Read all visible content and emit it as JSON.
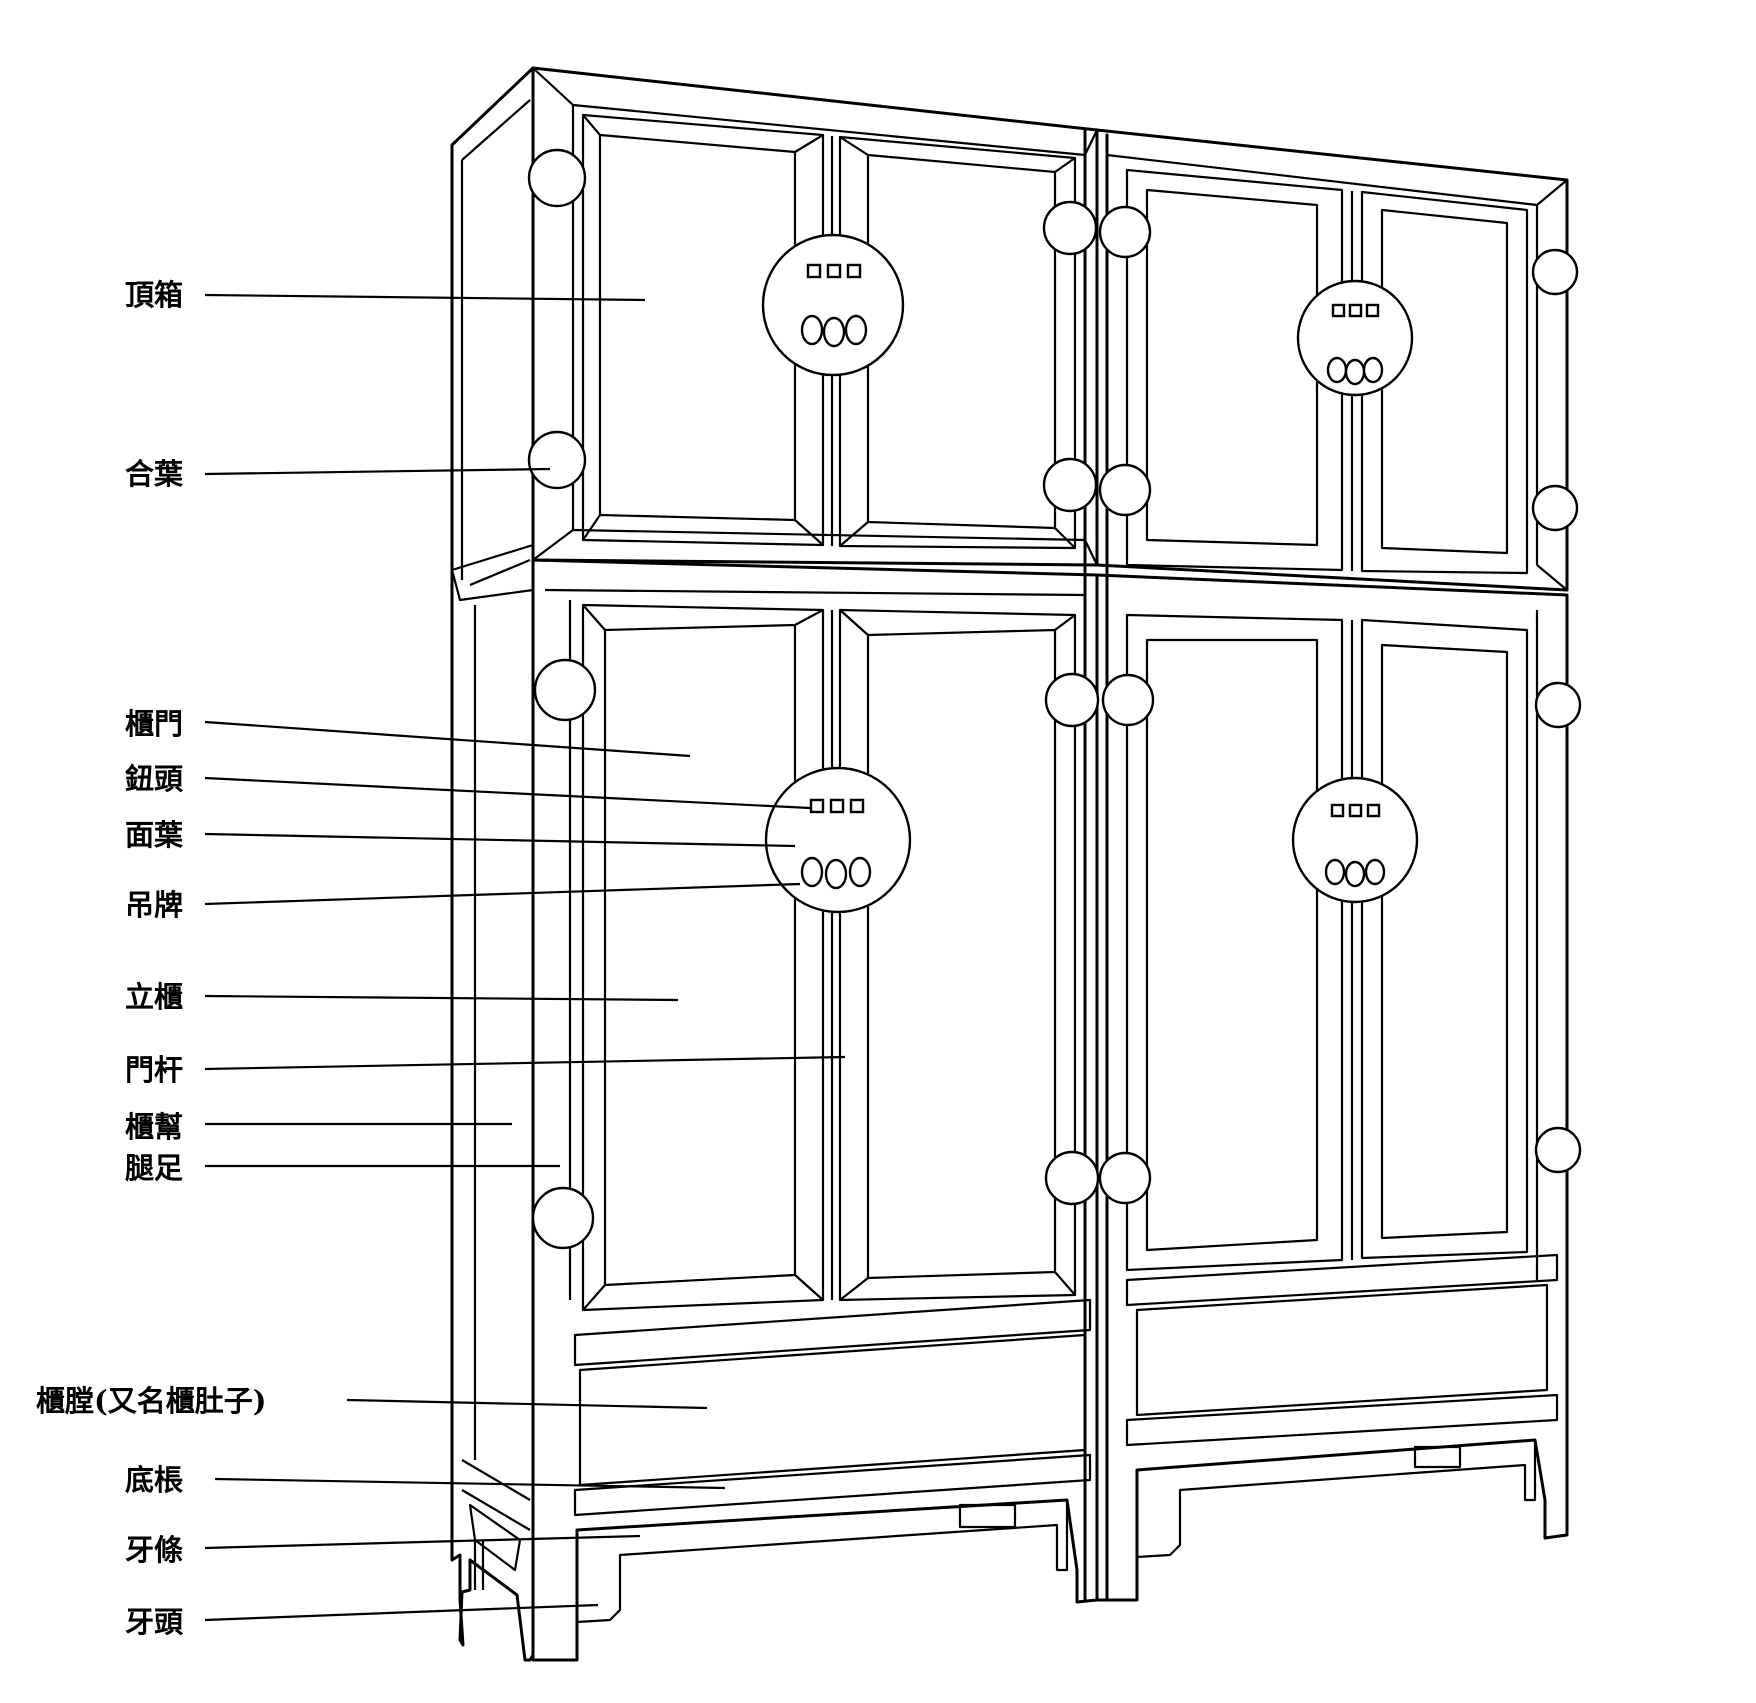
{
  "labels": [
    {
      "id": "ding-xiang",
      "text": "頂箱"
    },
    {
      "id": "he-ye",
      "text": "合葉"
    },
    {
      "id": "gui-men",
      "text": "櫃門"
    },
    {
      "id": "niu-tou",
      "text": "鈕頭"
    },
    {
      "id": "mian-ye",
      "text": "面葉"
    },
    {
      "id": "diao-pai",
      "text": "吊牌"
    },
    {
      "id": "li-gui",
      "text": "立櫃"
    },
    {
      "id": "men-gan",
      "text": "門杆"
    },
    {
      "id": "gui-bang",
      "text": "櫃幫"
    },
    {
      "id": "tui-zu",
      "text": "腿足"
    },
    {
      "id": "gui-tang",
      "text": "櫃膛(又名櫃肚子)"
    },
    {
      "id": "di-zhang",
      "text": "底棖"
    },
    {
      "id": "ya-tiao",
      "text": "牙條"
    },
    {
      "id": "ya-tou",
      "text": "牙頭"
    }
  ]
}
